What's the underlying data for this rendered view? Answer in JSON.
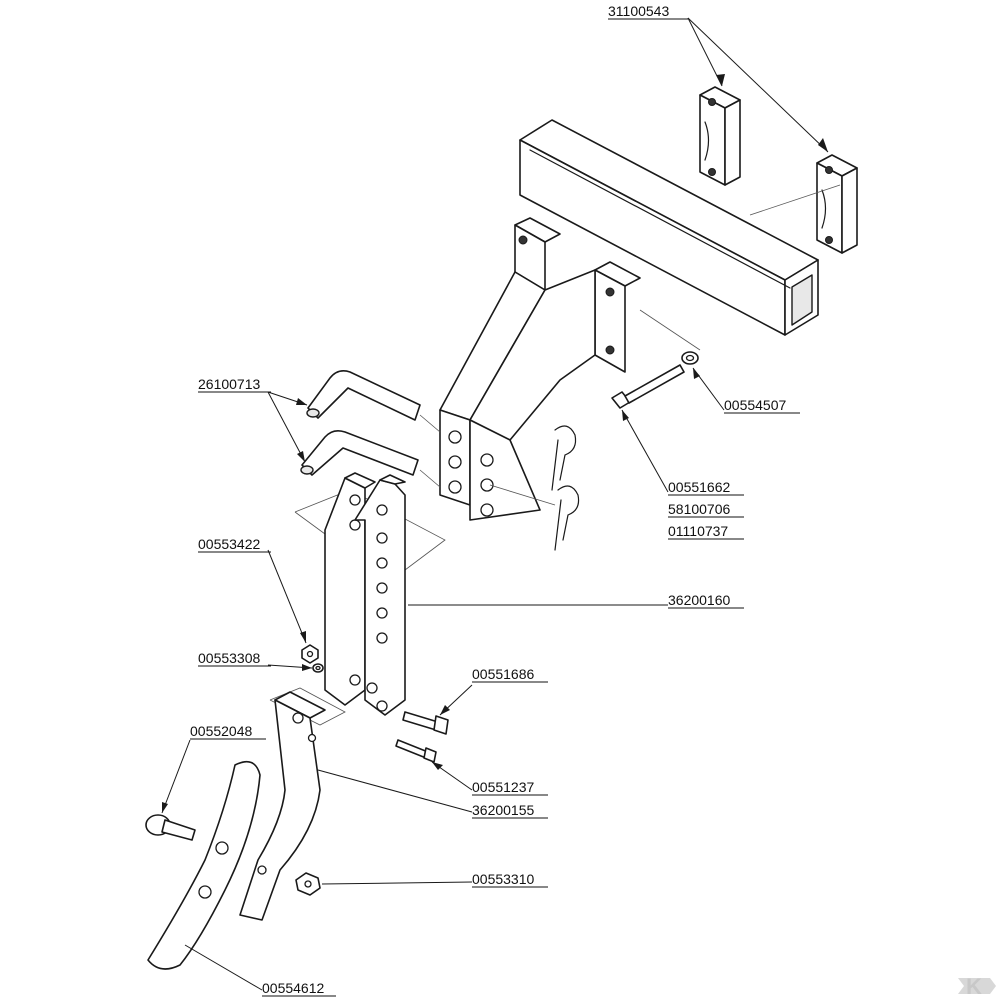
{
  "diagram": {
    "part_numbers": {
      "clamp": "31100543",
      "handle_pins": "26100713",
      "washer": "00554507",
      "long_bolt_a": "00551662",
      "long_bolt_b": "58100706",
      "long_bolt_c": "01110737",
      "nut_upper": "00553422",
      "shank_plates": "36200160",
      "small_washer": "00553308",
      "bolt_medium": "00551686",
      "bolt_small": "00551237",
      "tine": "36200155",
      "countersunk_bolt": "00552048",
      "nut_lower": "00553310",
      "point": "00554612"
    },
    "logo_text": "K"
  }
}
